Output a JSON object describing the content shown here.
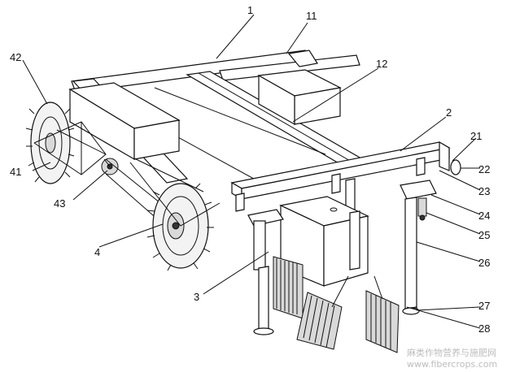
{
  "callouts": {
    "c1": "1",
    "c11": "11",
    "c12": "12",
    "c42": "42",
    "c41": "41",
    "c43": "43",
    "c4": "4",
    "c2": "2",
    "c21": "21",
    "c22": "22",
    "c23": "23",
    "c24": "24",
    "c25": "25",
    "c26": "26",
    "c3": "3",
    "c27": "27",
    "c28": "28"
  },
  "watermark": {
    "line1": "麻类作物营养与施肥网",
    "line2": "www.fibercrops.com"
  }
}
